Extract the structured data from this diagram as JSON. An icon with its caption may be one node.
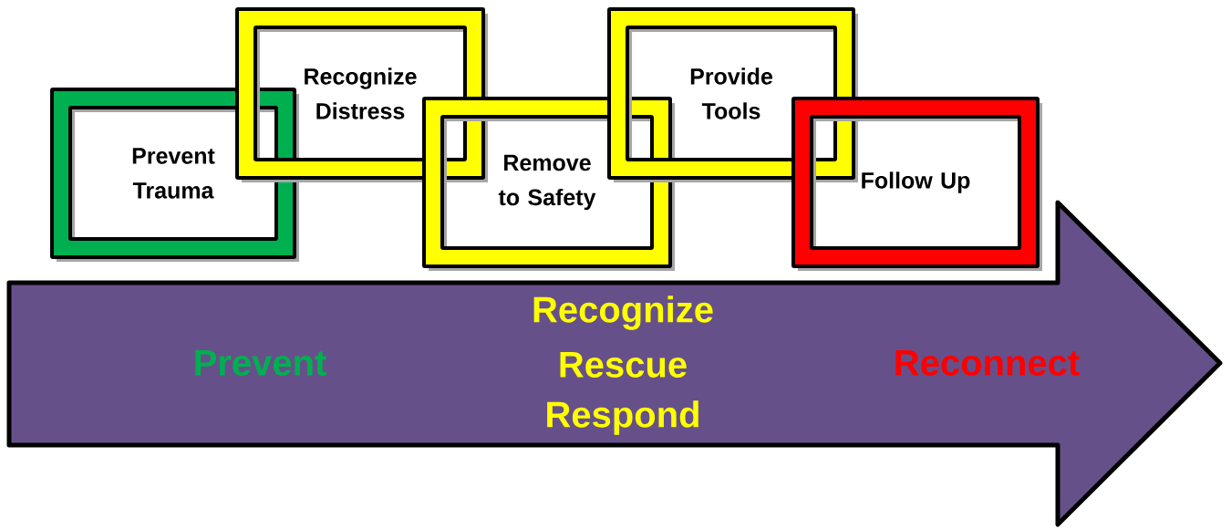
{
  "diagram": {
    "nodes": [
      {
        "text": [
          "Prevent Trauma"
        ]
      },
      {
        "text": [
          "Recognize Distress"
        ]
      },
      {
        "text": [
          "Remove to Safety"
        ]
      },
      {
        "text": [
          "Provide Tools"
        ]
      },
      {
        "text": [
          "Follow Up"
        ]
      },
      {
        "text": [
          "Prevent",
          "Recognize",
          "Rescue",
          "Respond",
          "Reconnect"
        ]
      }
    ]
  }
}
